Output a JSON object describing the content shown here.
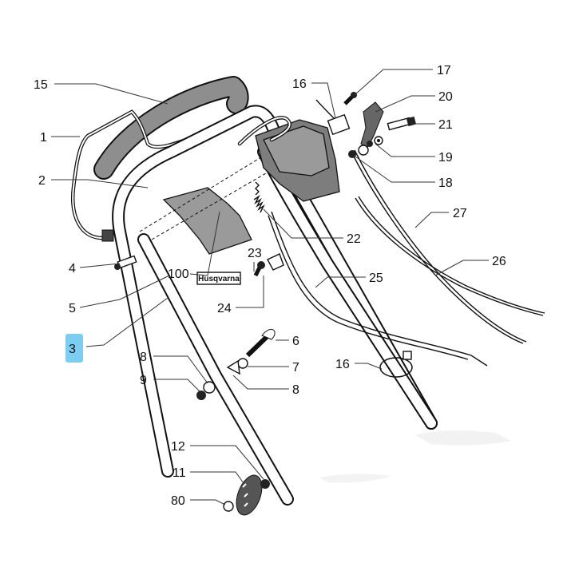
{
  "labels": {
    "l15": "15",
    "l1": "1",
    "l2": "2",
    "l4": "4",
    "l100": "100",
    "l5": "5",
    "l3": "3",
    "l8a": "8",
    "l9": "9",
    "l12": "12",
    "l11": "11",
    "l80": "80",
    "l16a": "16",
    "l17": "17",
    "l20": "20",
    "l21": "21",
    "l19": "19",
    "l18": "18",
    "l27": "27",
    "l26": "26",
    "l22": "22",
    "l23": "23",
    "l25": "25",
    "l24": "24",
    "l6": "6",
    "l7": "7",
    "l8b": "8",
    "l16b": "16"
  },
  "brand_label": "Husqvarna",
  "highlight": {
    "callout": "3",
    "color": "#5bc0eb"
  },
  "colors": {
    "line": "#111111",
    "bag_fill": "#9a9a9a",
    "grip_fill": "#8e8e8e"
  }
}
